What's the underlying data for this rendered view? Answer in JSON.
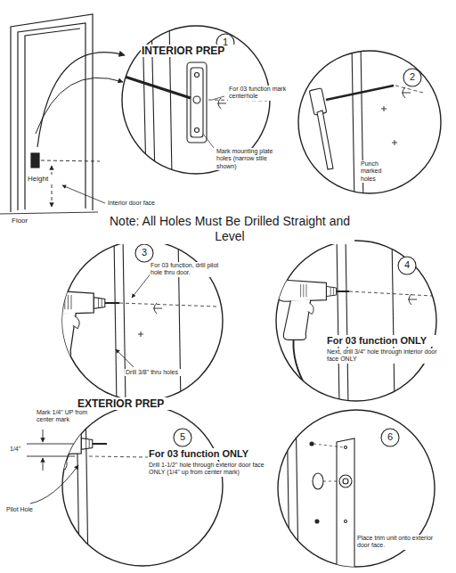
{
  "diagram": {
    "labels": [
      "INTERIOR PREP",
      "1",
      "For 03 function mark centerhole",
      "Mark mounting plate holes (narrow stile shown)",
      "2",
      "Punch marked holes",
      "Height",
      "Interior door face",
      "Floor",
      "Note: All Holes Must Be Drilled Straight and Level",
      "3",
      "For 03 function, drill pilot hole thru door.",
      "Drill 3/8\" thru holes",
      "4",
      "For 03 function ONLY",
      "Next, drill 3/4\" hole through interior door face ONLY",
      "EXTERIOR PREP",
      "Mark 1/4\" UP from center mark",
      "1/4\"",
      "Pilot Hole",
      "5",
      "For 03 function ONLY",
      "Drill 1-1/2\" hole through exterior door face ONLY (1/4\" up from center mark)",
      "6",
      "Place trim unit onto exterior door face."
    ]
  }
}
